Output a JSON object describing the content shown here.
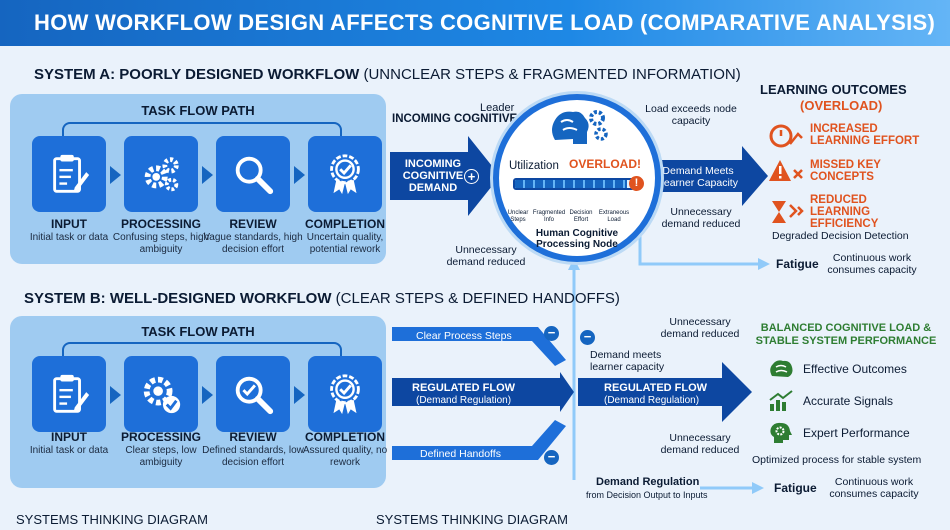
{
  "title": "HOW WORKFLOW DESIGN AFFECTS COGNITIVE LOAD (COMPARATIVE ANALYSIS)",
  "system_a": {
    "title_bold": "SYSTEM A: POORLY DESIGNED WORKFLOW",
    "title_rest": " (UNNCLEAR STEPS & FRAGMENTED INFORMATION)",
    "flow_title": "TASK FLOW PATH",
    "steps": [
      {
        "label": "INPUT",
        "desc": "Initial task or data",
        "icon": "clipboard-pencil-icon"
      },
      {
        "label": "PROCESSING",
        "desc": "Confusing steps, high ambiguity",
        "icon": "gears-icon"
      },
      {
        "label": "REVIEW",
        "desc": "Vague standards, high decision effort",
        "icon": "magnifier-icon"
      },
      {
        "label": "COMPLETION",
        "desc": "Uncertain quality, potential rework",
        "icon": "award-badge-icon"
      }
    ],
    "incoming_demand_label": "INCOMING COGNITIVE DEMAND",
    "incoming_arrow_label": "INCOMING COGNITIVE DEMAND",
    "leader_label": "Leader",
    "load_exceeds_label": "Load exceeds node capacity",
    "unnecessary_reduced_left": "Unnecessary demand reduced",
    "unnecessary_reduced_right": "Unnecessary demand reduced",
    "demand_meets_label": "Demand Meets Learner Capacity",
    "fatigue_label": "Fatigue",
    "fatigue_desc": "Continuous work consumes capacity"
  },
  "node": {
    "utilization_label": "Utilization",
    "overload_label": "OVERLOAD!",
    "utilization_level": 0.95,
    "segments": [
      "Unclear Steps",
      "Fragmented Info",
      "Decision Effort",
      "Extraneous Load"
    ],
    "name": "Human Cognitive Processing Node"
  },
  "learning_outcomes": {
    "title": "LEARNING OUTCOMES",
    "subtitle": "(OVERLOAD)",
    "items": [
      {
        "text": "INCREASED LEARNING EFFORT",
        "icon": "stopwatch-icon"
      },
      {
        "text": "MISSED KEY CONCEPTS",
        "icon": "warning-icon"
      },
      {
        "text": "REDUCED LEARNING EFFICIENCY",
        "icon": "hourglass-icon"
      }
    ],
    "note": "Degraded Decision Detection"
  },
  "system_b": {
    "title_bold": "SYSTEM B: WELL-DESIGNED WORKFLOW",
    "title_rest": " (CLEAR STEPS & DEFINED HANDOFFS)",
    "flow_title": "TASK FLOW PATH",
    "steps": [
      {
        "label": "INPUT",
        "desc": "Initial task or data",
        "icon": "clipboard-pencil-icon"
      },
      {
        "label": "PROCESSING",
        "desc": "Clear steps, low ambiguity",
        "icon": "gear-check-icon"
      },
      {
        "label": "REVIEW",
        "desc": "Defined standards, low decision effort",
        "icon": "magnifier-check-icon"
      },
      {
        "label": "COMPLETION",
        "desc": "Assured quality, no rework",
        "icon": "award-badge-icon"
      }
    ],
    "clear_steps_label": "Clear Process Steps",
    "regulated_flow_label": "REGULATED FLOW",
    "regulated_flow_sub": "(Demand Regulation)",
    "defined_handoffs_label": "Defined Handoffs",
    "demand_meets_label": "Demand meets learner capacity",
    "unnecessary_reduced_top": "Unnecessary demand reduced",
    "unnecessary_reduced_bottom": "Unnecessary demand reduced",
    "regulated_flow_right_label": "REGULATED FLOW",
    "regulated_flow_right_sub": "(Demand Regulation)",
    "demand_regulation_label": "Demand Regulation",
    "demand_regulation_sub": "from Decision Output to Inputs",
    "fatigue_label": "Fatigue",
    "fatigue_desc": "Continuous work consumes capacity"
  },
  "balanced": {
    "title": "BALANCED COGNITIVE LOAD & STABLE SYSTEM PERFORMANCE",
    "items": [
      {
        "text": "Effective Outcomes",
        "icon": "brain-icon"
      },
      {
        "text": "Accurate Signals",
        "icon": "trend-chart-icon"
      },
      {
        "text": "Expert Performance",
        "icon": "head-gear-icon"
      }
    ],
    "note": "Optimized process for stable system"
  },
  "footer": {
    "left": "SYSTEMS THINKING DIAGRAM",
    "center": "SYSTEMS THINKING DIAGRAM"
  },
  "colors": {
    "banner": "#1565c0",
    "primary_blue": "#1e6fd9",
    "panel_blue": "#9fcbf1",
    "overload_red": "#e0531f",
    "balanced_green": "#2e7d32"
  }
}
